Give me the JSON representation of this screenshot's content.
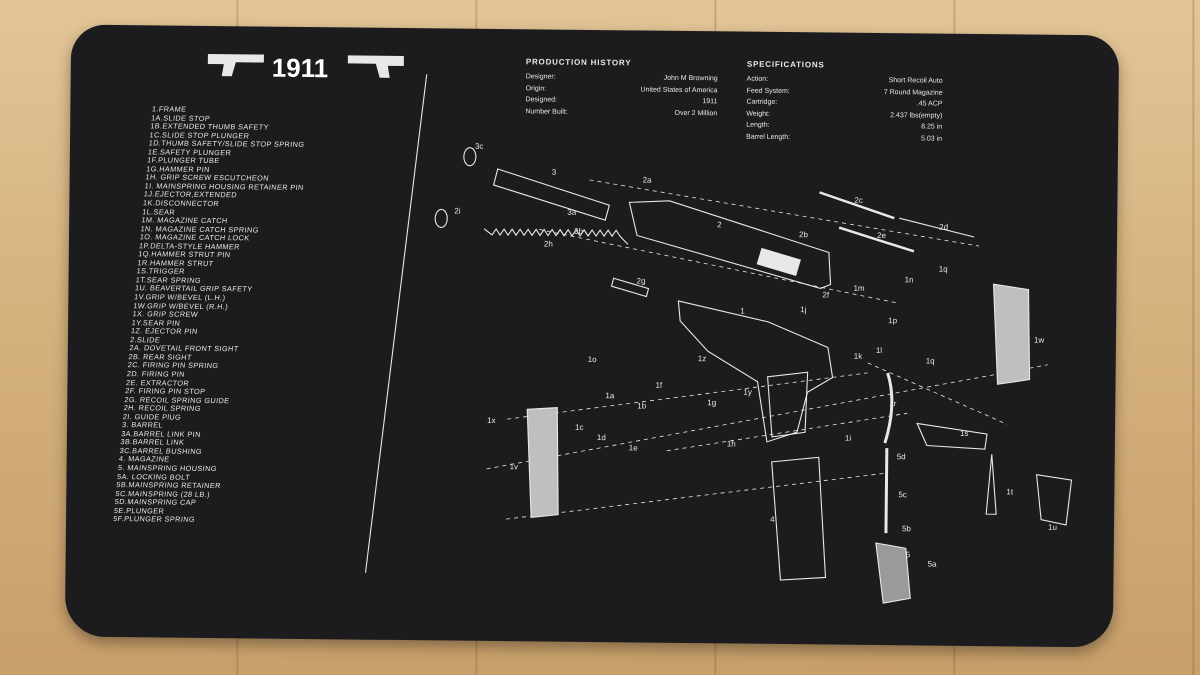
{
  "logo": {
    "title": "1911"
  },
  "parts_list": [
    "1.FRAME",
    "1A.SLIDE STOP",
    "1B.EXTENDED THUMB SAFETY",
    "1C.SLIDE STOP PLUNGER",
    "1D.THUMB SAFETY/SLIDE STOP SPRING",
    "1E.SAFETY PLUNGER",
    "1F.PLUNGER TUBE",
    "1G.HAMMER PIN",
    "1H. GRIP SCREW ESCUTCHEON",
    "1I. MAINSPRING HOUSING RETAINER PIN",
    "1J.EJECTOR,EXTENDED",
    "1K.DISCONNECTOR",
    "1L.SEAR",
    "1M. MAGAZINE CATCH",
    "1N. MAGAZINE CATCH SPRING",
    "1O. MAGAZINE CATCH LOCK",
    "1P.DELTA-STYLE HAMMER",
    "1Q.HAMMER STRUT PIN",
    "1R.HAMMER STRUT",
    "1S.TRIGGER",
    "1T.SEAR SPRING",
    "1U. BEAVERTAIL GRIP SAFETY",
    "1V.GRIP W/BEVEL (L.H.)",
    "1W.GRIP W/BEVEL (R.H.)",
    "1X. GRIP SCREW",
    "1Y.SEAR PIN",
    "1Z. EJECTOR PIN",
    "2.SLIDE",
    "2A. DOVETAIL FRONT SIGHT",
    "2B. REAR SIGHT",
    "2C. FIRING PIN SPRING",
    "2D. FIRING PIN",
    "2E. EXTRACTOR",
    "2F. FIRING PIN STOP",
    "2G. RECOIL SPRING GUIDE",
    "2H. RECOIL SPRING",
    "2I. GUIDE PlUG",
    "3. BARREL",
    "3A.BARREL LINK PIN",
    "3B.BARREL LINK",
    "3C.BARREL BUSHING",
    "4. MAGAZINE",
    "5. MAINSPRING HOUSING",
    "5A. LOCKING BOLT",
    "5B.MAINSPRING RETAINER",
    "5C.MAINSPRING (28 LB.)",
    "5D.MAINSPRING CAP",
    "5E.PLUNGER",
    "5F.PLUNGER SPRING"
  ],
  "production_history": {
    "heading": "PRODUCTION HISTORY",
    "rows": [
      {
        "label": "Designer:",
        "value": "John M Browning"
      },
      {
        "label": "Origin:",
        "value": "United States of America"
      },
      {
        "label": "Designed:",
        "value": "1911"
      },
      {
        "label": "Number Built:",
        "value": "Over 2 Million"
      }
    ]
  },
  "specifications": {
    "heading": "SPECIFICATIONS",
    "rows": [
      {
        "label": "Action:",
        "value": "Short Recoil Auto"
      },
      {
        "label": "Feed System:",
        "value": "7 Round Magazine"
      },
      {
        "label": "Cartridge:",
        "value": ".45 ACP"
      },
      {
        "label": "Weight:",
        "value": "2.437 lbs(empty)"
      },
      {
        "label": "Length:",
        "value": "8.25 in"
      },
      {
        "label": "Barrel Length:",
        "value": "5.03 in"
      }
    ]
  },
  "diagram_labels": {
    "l3c": "3c",
    "l3": "3",
    "l2a": "2a",
    "l3a": "3a",
    "l3b": "3b",
    "l2": "2",
    "l2b": "2b",
    "l2c": "2c",
    "l2e": "2e",
    "l2d": "2d",
    "l2i": "2i",
    "l2h": "2h",
    "l2g": "2g",
    "l2f": "2f",
    "l1n": "1n",
    "l1q_top": "1q",
    "l1m": "1m",
    "l1": "1",
    "l1j": "1j",
    "l1p": "1p",
    "l1w": "1w",
    "l1l": "1l",
    "l1k": "1k",
    "l1q": "1q",
    "l1o": "1o",
    "l1z": "1z",
    "l1f": "1f",
    "l1y": "1y",
    "l1b": "1b",
    "l1g": "1g",
    "l1a": "1a",
    "l1c": "1c",
    "l1d": "1d",
    "l1x": "1x",
    "l1e": "1e",
    "l1h": "1h",
    "l1i": "1i",
    "l1r": "1r",
    "l1s": "1s",
    "l1v": "1v",
    "l5d": "5d",
    "l5c": "5c",
    "l5b": "5b",
    "l5": "5",
    "l5a": "5a",
    "l4": "4",
    "l1t": "1t",
    "l1u": "1u"
  }
}
